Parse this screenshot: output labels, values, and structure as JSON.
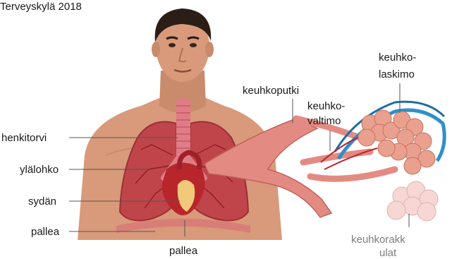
{
  "header": {
    "source_caption": "Terveyskylä 2018"
  },
  "labels": {
    "trachea": "henkitorvi",
    "upper_lobe": "ylälohko",
    "heart": "sydän",
    "diaphragm_left": "pallea",
    "diaphragm_bottom": "pallea",
    "bronchus": "keuhkoputki",
    "pulmonary_artery_line1": "keuhko-",
    "pulmonary_artery_line2": "valtimo",
    "pulmonary_vein_line1": "keuhko-",
    "pulmonary_vein_line2": "laskimo",
    "alveoli_line1": "keuhkorakk",
    "alveoli_line2": "ulat"
  },
  "colors": {
    "skin": "#d89a7a",
    "skin_shadow": "#c0805f",
    "hair": "#2a1e17",
    "lung": "#c0454a",
    "lung_dark": "#9c2f35",
    "heart": "#b8262c",
    "heart_highlight": "#f2c97a",
    "trachea": "#e07c86",
    "bronchus": "#e38b83",
    "artery_blue": "#2f8fc9",
    "alveoli": "#e9a08e",
    "alveoli_pale": "#f6d7d3"
  }
}
